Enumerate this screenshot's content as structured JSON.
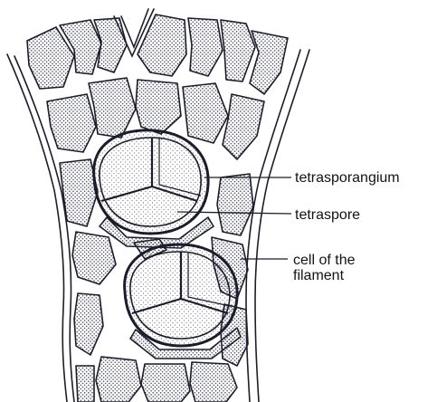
{
  "labels": {
    "tetrasporangium": "tetrasporangium",
    "tetraspore": "tetraspore",
    "cell_line1": "cell of the",
    "cell_line2": "filament"
  },
  "colors": {
    "ink": "#1c1c2c",
    "stipple": "#30304a",
    "background": "#ffffff"
  }
}
